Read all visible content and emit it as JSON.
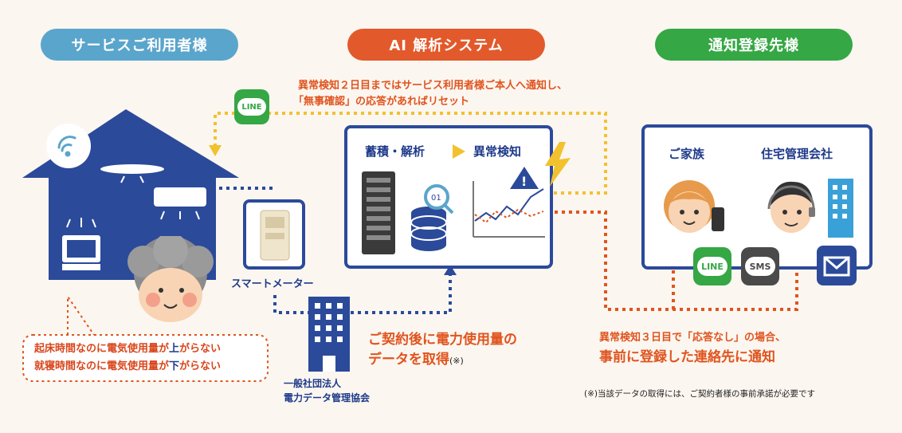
{
  "headers": {
    "user": "サービスご利用者様",
    "ai": "AI 解析システム",
    "notify": "通知登録先様"
  },
  "top_note": {
    "line1": "異常検知２日目まではサービス利用者様ご本人へ通知し、",
    "line2": "「無事確認」の応答があればリセット"
  },
  "line_badge": "LINE",
  "ai_box": {
    "label_left": "蓄積・解析",
    "label_right": "異常検知"
  },
  "notify_box": {
    "family": "ご家族",
    "company": "住宅管理会社"
  },
  "badges": {
    "line": "LINE",
    "sms": "SMS"
  },
  "smart_meter": "スマートメーター",
  "speech": {
    "line1_a": "起床時間なのに電気使用量が",
    "line1_b": "上",
    "line1_c": "がらない",
    "line2_a": "就寝時間なのに電気使用量が",
    "line2_b": "下",
    "line2_c": "がらない"
  },
  "org": {
    "line1": "一般社団法人",
    "line2": "電力データ管理協会"
  },
  "contract_note": {
    "line1": "ご契約後に電力使用量の",
    "line2": "データを取得",
    "mark": "(※)"
  },
  "day3_note": {
    "line1": "異常検知３日目で「応答なし」の場合、",
    "line2": "事前に登録した連絡先に通知"
  },
  "footnote": "(※)当該データの取得には、ご契約者様の事前承諾が必要です",
  "colors": {
    "navy": "#2b4a9a",
    "orange": "#e0541e",
    "blue_header": "#5aa5cc",
    "green": "#35a744",
    "yellow_dots": "#f2c12e"
  }
}
